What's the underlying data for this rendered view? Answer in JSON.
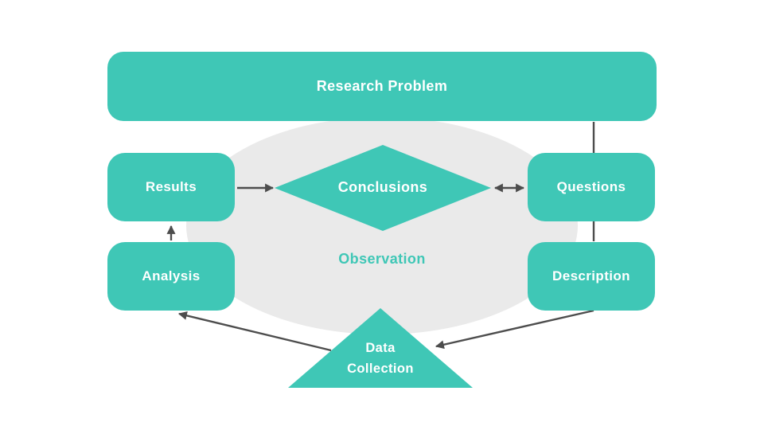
{
  "diagram": {
    "title": "Research cycle diagram",
    "colors": {
      "accent_teal": "#3FC7B6",
      "ellipse_gray": "#EAEAEA",
      "arrow_gray": "#4D4D4D",
      "label_white": "#FFFFFF"
    },
    "nodes": {
      "research_problem": {
        "label": "Research Problem",
        "shape": "rounded-rect"
      },
      "results": {
        "label": "Results",
        "shape": "rounded-rect"
      },
      "analysis": {
        "label": "Analysis",
        "shape": "rounded-rect"
      },
      "conclusions": {
        "label": "Conclusions",
        "shape": "diamond"
      },
      "questions": {
        "label": "Questions",
        "shape": "rounded-rect"
      },
      "description": {
        "label": "Description",
        "shape": "rounded-rect"
      },
      "observation": {
        "label": "Observation",
        "shape": "ellipse-background"
      },
      "data_collection": {
        "label_line1": "Data",
        "label_line2": "Collection",
        "shape": "triangle"
      }
    },
    "edges": [
      {
        "from": "research_problem",
        "to": "questions",
        "type": "line"
      },
      {
        "from": "results",
        "to": "conclusions",
        "type": "arrow"
      },
      {
        "from": "conclusions",
        "to": "questions",
        "type": "double-arrow"
      },
      {
        "from": "analysis",
        "to": "results",
        "type": "arrow"
      },
      {
        "from": "questions",
        "to": "description",
        "type": "line"
      },
      {
        "from": "description",
        "to": "data_collection",
        "type": "arrow"
      },
      {
        "from": "data_collection",
        "to": "analysis",
        "type": "arrow"
      }
    ]
  }
}
